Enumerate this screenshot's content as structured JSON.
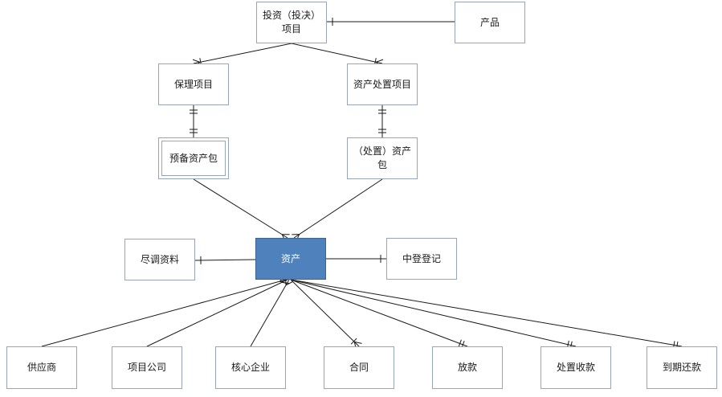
{
  "nodes": {
    "investment": "投资（投决）\n项目",
    "product": "产品",
    "factoring": "保理项目",
    "disposal_project": "资产处置项目",
    "reserve_pkg": "预备资产包",
    "disposal_pkg": "（处置）资产\n包",
    "due_diligence": "尽调资料",
    "asset": "资产",
    "registration": "中登登记",
    "supplier": "供应商",
    "project_company": "项目公司",
    "core_enterprise": "核心企业",
    "contract": "合同",
    "loan": "放款",
    "disposal_income": "处置收款",
    "maturity_repay": "到期还款"
  },
  "colors": {
    "line": "#1a1a1a",
    "box_border": "#95a5bb",
    "asset_fill": "#4f81bd"
  }
}
